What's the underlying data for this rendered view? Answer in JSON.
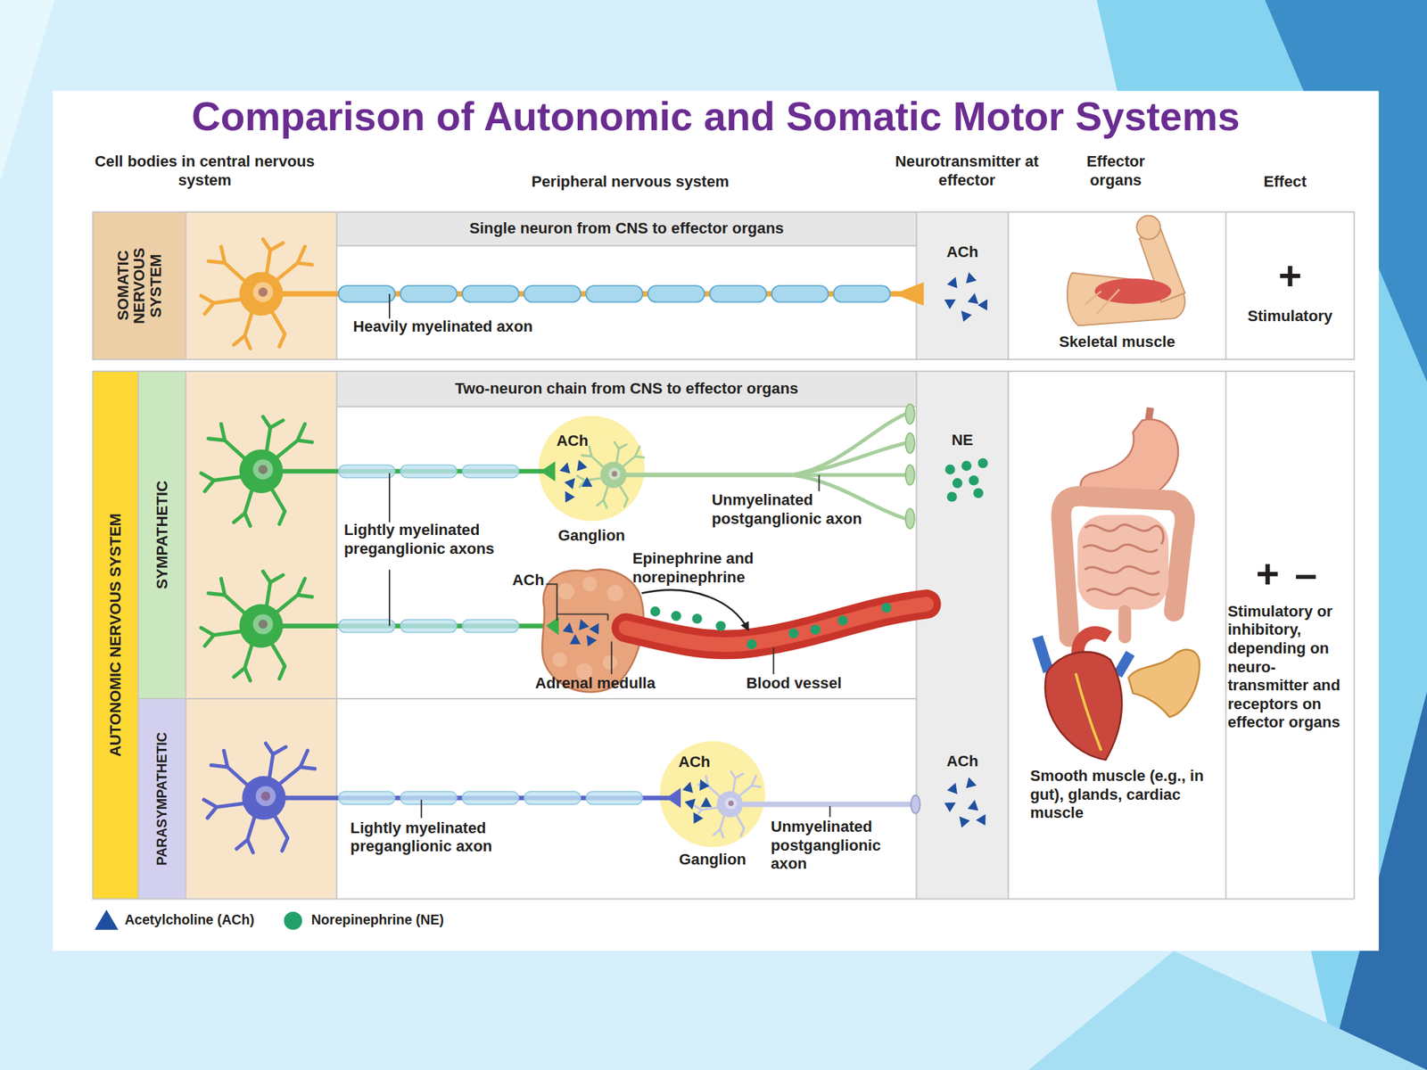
{
  "diagram": {
    "title": "Comparison of Autonomic and Somatic Motor Systems",
    "nodes": [
      {
        "text": [
          "SOMATIC NERVOUS SYSTEM"
        ]
      },
      {
        "text": [
          "Single neuron from CNS to effector organs"
        ],
        "in": 0
      },
      {
        "text": [
          "ACh"
        ],
        "in": 0
      },
      {
        "text": [
          "Skeletal muscle"
        ],
        "in": 0
      },
      {
        "text": [
          "+",
          "Stimulatory"
        ],
        "in": 0
      },
      {
        "text": [
          "AUTONOMIC NERVOUS SYSTEM"
        ]
      },
      {
        "text": [
          "Two-neuron chain from CNS to effector organs"
        ],
        "in": 5
      },
      {
        "text": [
          "SYMPATHETIC"
        ],
        "in": 5
      },
      {
        "text": [
          "ACh",
          "Ganglion"
        ],
        "in": 7
      },
      {
        "text": [
          "PARASYMPATHETIC"
        ],
        "in": 5
      },
      {
        "text": [
          "ACh",
          "Ganglion"
        ],
        "in": 9
      },
      {
        "text": [
          "NE",
          "ACh"
        ],
        "in": 5
      },
      {
        "text": [
          "Smooth muscle (e.g., in gut), glands, cardiac muscle"
        ],
        "in": 5
      },
      {
        "text": [
          "+",
          "–",
          "Stimulatory or inhibitory, depending on neuro- transmitter and receptors on effector organs"
        ],
        "in": 5
      }
    ],
    "labels": [
      "Cell bodies in central nervous system",
      "Peripheral nervous system",
      "Neurotransmitter at effector",
      "Effector organs",
      "Effect",
      "Heavily myelinated axon",
      "Lightly myelinated preganglionic axons",
      "Unmyelinated postganglionic axon",
      "Epinephrine and norepinephrine",
      "ACh",
      "Adrenal medulla",
      "Blood vessel",
      "Lightly myelinated preganglionic axon",
      "Unmyelinated postganglionic axon"
    ],
    "legend": [
      {
        "text": "Acetylcholine (ACh)"
      },
      {
        "text": "Norepinephrine (NE)"
      }
    ]
  }
}
